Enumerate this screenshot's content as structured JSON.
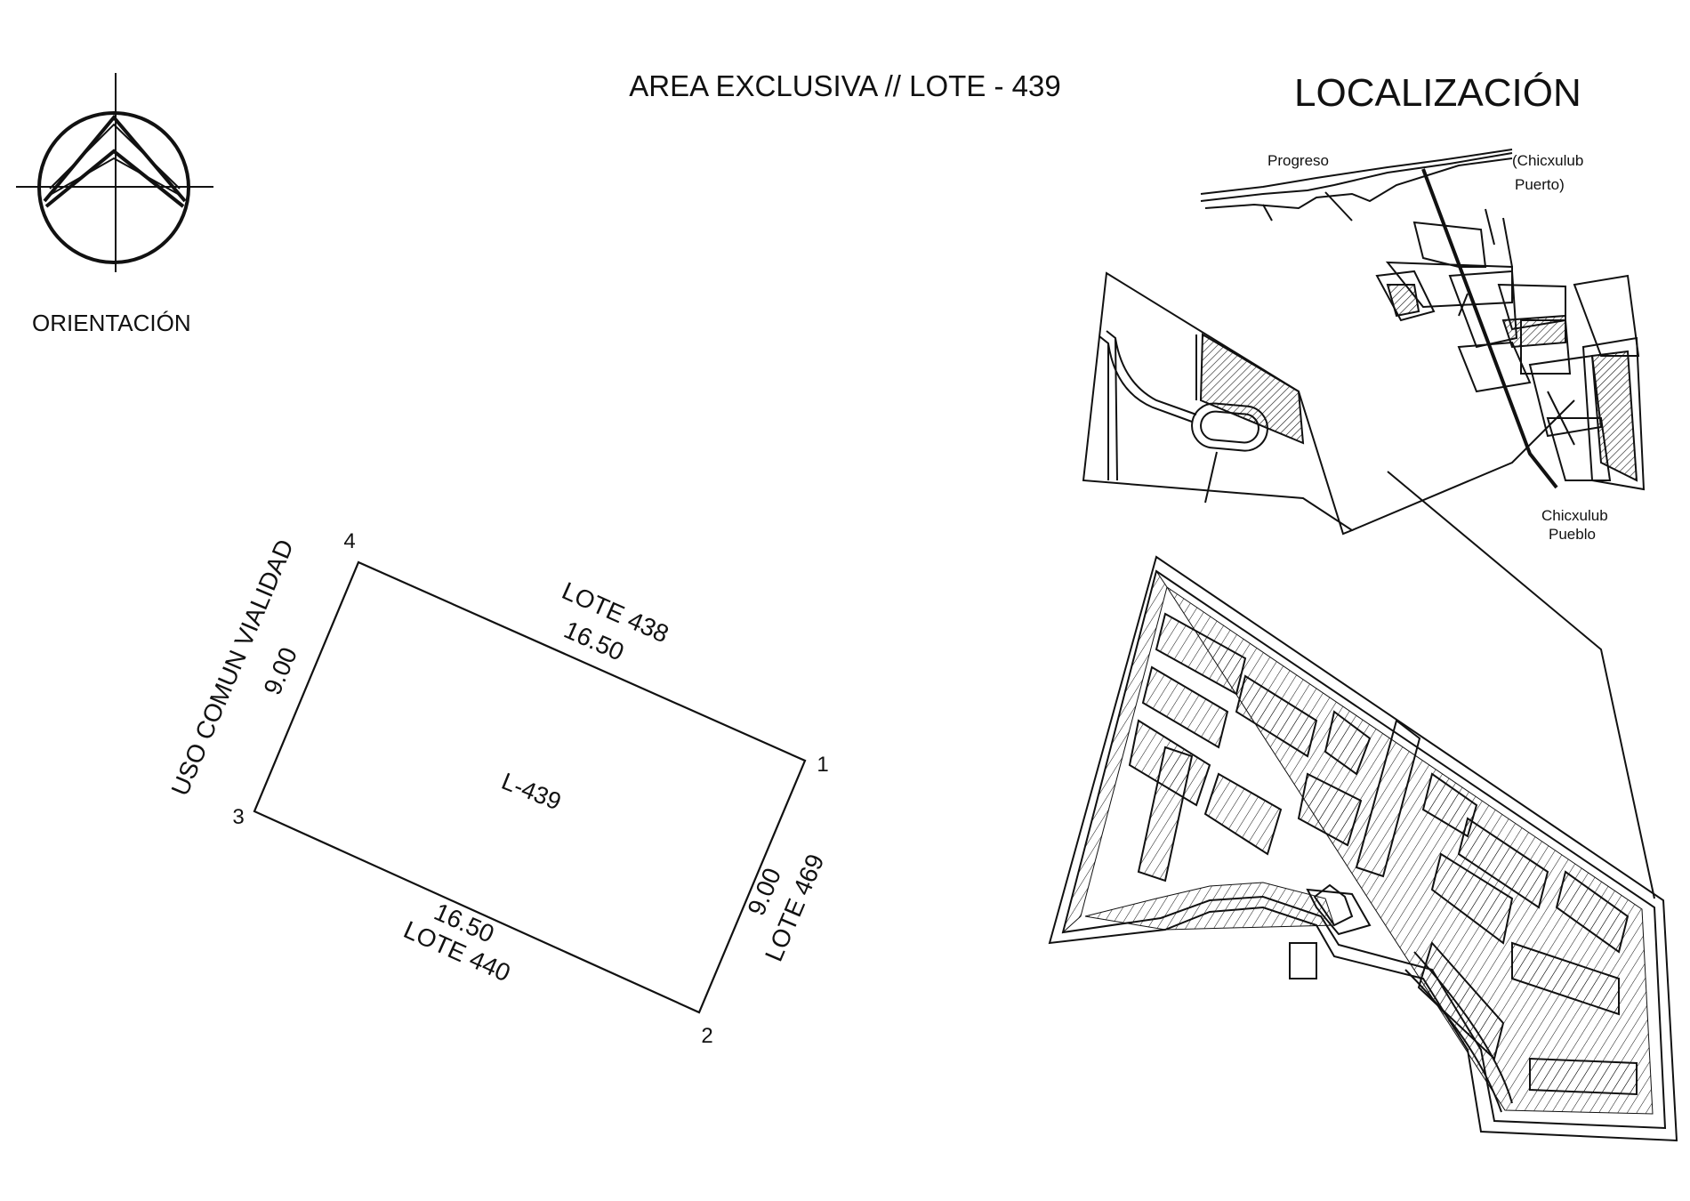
{
  "header": {
    "plan_title": "AREA EXCLUSIVA // LOTE - 439",
    "location_title": "LOCALIZACIÓN"
  },
  "orientation": {
    "label": "ORIENTACIÓN",
    "icon": "north-arrow-icon"
  },
  "lot": {
    "id_label": "L-439",
    "vertices": [
      "1",
      "2",
      "3",
      "4"
    ],
    "sides": {
      "north": {
        "neighbor": "LOTE 438",
        "length": "16.50"
      },
      "south": {
        "neighbor": "LOTE 440",
        "length": "16.50"
      },
      "east": {
        "neighbor": "LOTE 469",
        "length": "9.00"
      },
      "west": {
        "neighbor": "USO COMUN VIALIDAD",
        "length": "9.00"
      }
    }
  },
  "location_map": {
    "places": {
      "progreso": "Progreso",
      "chicxulub_puerto_1": "(Chicxulub",
      "chicxulub_puerto_2": "Puerto)",
      "chicxulub_pueblo_1": "Chicxulub",
      "chicxulub_pueblo_2": "Pueblo"
    }
  }
}
